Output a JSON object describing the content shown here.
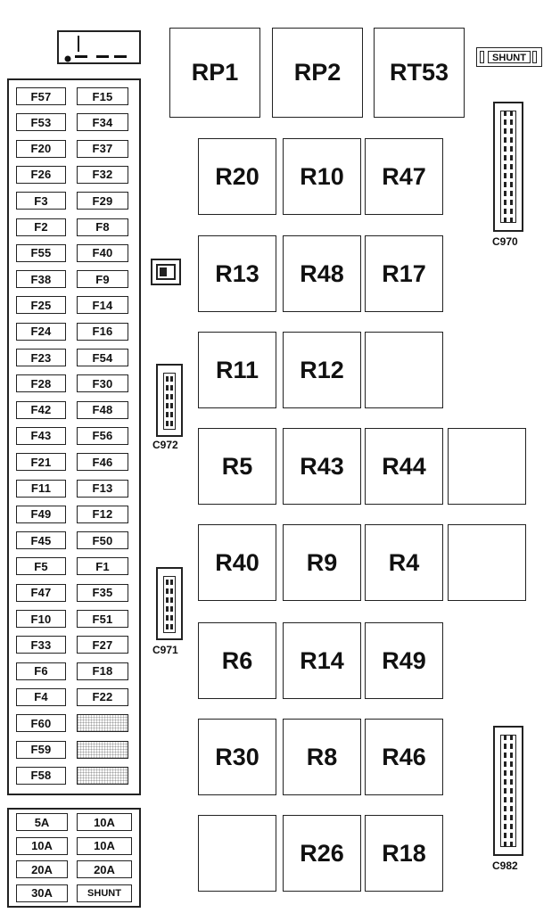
{
  "fuse_rows": [
    [
      "F57",
      "F15"
    ],
    [
      "F53",
      "F34"
    ],
    [
      "F20",
      "F37"
    ],
    [
      "F26",
      "F32"
    ],
    [
      "F3",
      "F29"
    ],
    [
      "F2",
      "F8"
    ],
    [
      "F55",
      "F40"
    ],
    [
      "F38",
      "F9"
    ],
    [
      "F25",
      "F14"
    ],
    [
      "F24",
      "F16"
    ],
    [
      "F23",
      "F54"
    ],
    [
      "F28",
      "F30"
    ],
    [
      "F42",
      "F48"
    ],
    [
      "F43",
      "F56"
    ],
    [
      "F21",
      "F46"
    ],
    [
      "F11",
      "F13"
    ],
    [
      "F49",
      "F12"
    ],
    [
      "F45",
      "F50"
    ],
    [
      "F5",
      "F1"
    ],
    [
      "F47",
      "F35"
    ],
    [
      "F10",
      "F51"
    ],
    [
      "F33",
      "F27"
    ],
    [
      "F6",
      "F18"
    ],
    [
      "F4",
      "F22"
    ],
    [
      "F60",
      ""
    ],
    [
      "F59",
      ""
    ],
    [
      "F58",
      ""
    ]
  ],
  "maxi_fuses": [
    [
      "5A",
      "10A"
    ],
    [
      "10A",
      "10A"
    ],
    [
      "20A",
      "20A"
    ],
    [
      "30A",
      "SHUNT"
    ]
  ],
  "relays_top": [
    "RP1",
    "RP2",
    "RT53"
  ],
  "relay_grid": [
    [
      "R20",
      "R10",
      "R47",
      null
    ],
    [
      "R13",
      "R48",
      "R17",
      null
    ],
    [
      "R11",
      "R12",
      "",
      null
    ],
    [
      "R5",
      "R43",
      "R44",
      ""
    ],
    [
      "R40",
      "R9",
      "R4",
      ""
    ],
    [
      "R6",
      "R14",
      "R49",
      null
    ],
    [
      "R30",
      "R8",
      "R46",
      null
    ],
    [
      "",
      "R26",
      "R18",
      null
    ]
  ],
  "shunt_label": "SHUNT",
  "connectors": {
    "c970": "C970",
    "c972": "C972",
    "c971": "C971",
    "c982": "C982"
  }
}
